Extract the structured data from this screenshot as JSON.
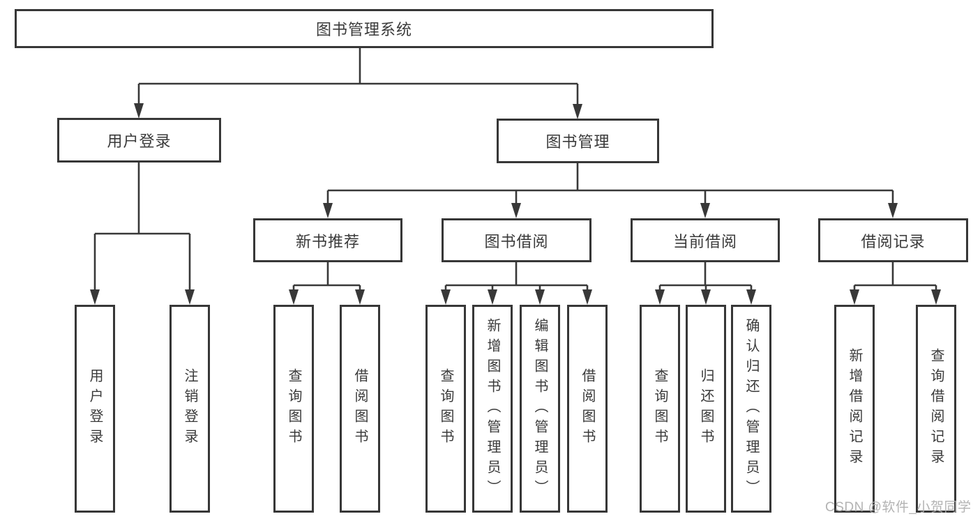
{
  "colors": {
    "line": "#383838",
    "border": "#373737",
    "text": "#3a3a3a",
    "background": "#ffffff",
    "watermark": "#afafaf"
  },
  "watermark": {
    "text": "CSDN @软件_小贺同学"
  },
  "tree": {
    "root": {
      "label": "图书管理系统"
    },
    "branches": [
      {
        "label": "用户登录",
        "children": [
          {
            "label": "用户登录"
          },
          {
            "label": "注销登录"
          }
        ]
      },
      {
        "label": "图书管理",
        "children": [
          {
            "label": "新书推荐",
            "children": [
              {
                "label": "查询图书"
              },
              {
                "label": "借阅图书"
              }
            ]
          },
          {
            "label": "图书借阅",
            "children": [
              {
                "label": "查询图书"
              },
              {
                "label": "新增图书（管理员）"
              },
              {
                "label": "编辑图书（管理员）"
              },
              {
                "label": "借阅图书"
              }
            ]
          },
          {
            "label": "当前借阅",
            "children": [
              {
                "label": "查询图书"
              },
              {
                "label": "归还图书"
              },
              {
                "label": "确认归还（管理员）"
              }
            ]
          },
          {
            "label": "借阅记录",
            "children": [
              {
                "label": "新增借阅记录"
              },
              {
                "label": "查询借阅记录"
              }
            ]
          }
        ]
      }
    ]
  }
}
